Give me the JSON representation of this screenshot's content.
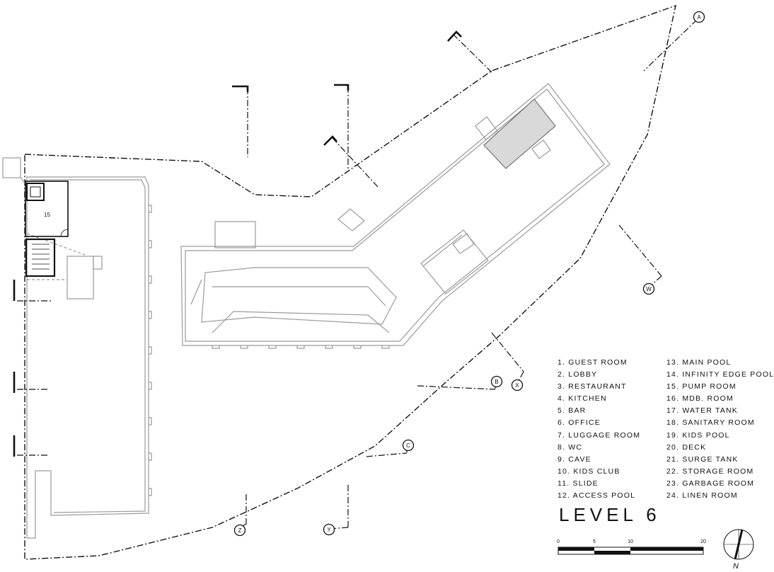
{
  "level_title": "LEVEL 6",
  "room_tag": "15",
  "legend_left": [
    "1.  GUEST ROOM",
    "2.  LOBBY",
    "3.  RESTAURANT",
    "4.  KITCHEN",
    "5.  BAR",
    "6.  OFFICE",
    "7.  LUGGAGE ROOM",
    "8.  WC",
    "9.  CAVE",
    "10.  KIDS CLUB",
    "11.  SLIDE",
    "12.  ACCESS POOL"
  ],
  "legend_right": [
    "13.  MAIN POOL",
    "14.  INFINITY EDGE POOL",
    "15.  PUMP ROOM",
    "16.  MDB. ROOM",
    "17.  WATER TANK",
    "18.  SANITARY ROOM",
    "19.  KIDS POOL",
    "20.  DECK",
    "21.  SURGE TANK",
    "22.  STORAGE ROOM",
    "23.  GARBAGE ROOM",
    "24.  LINEN ROOM"
  ],
  "section_markers": [
    "A",
    "W",
    "B",
    "X",
    "C",
    "Z",
    "Y"
  ],
  "scale_bar": {
    "ticks": [
      "0",
      "5",
      "10",
      "20"
    ]
  },
  "north_label": "N"
}
